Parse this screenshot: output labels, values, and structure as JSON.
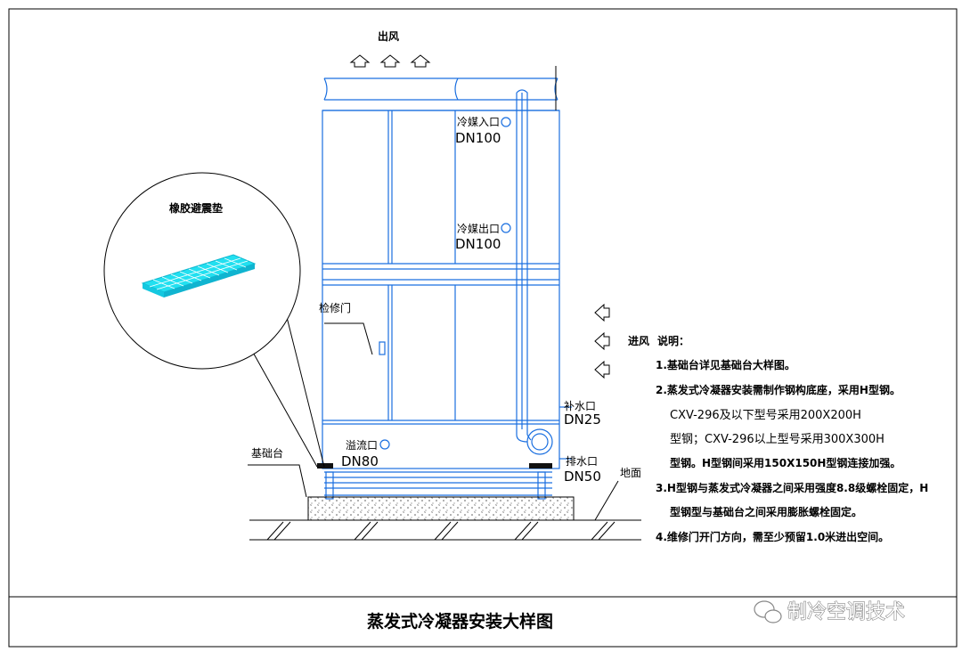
{
  "labels": {
    "outlet_air": "出风",
    "inlet_air": "进风",
    "refrigerant_in": "冷媒入口",
    "refrigerant_in_dn": "DN100",
    "refrigerant_out": "冷媒出口",
    "refrigerant_out_dn": "DN100",
    "access_door": "检修门",
    "overflow": "溢流口",
    "overflow_dn": "DN80",
    "makeup_water": "补水口",
    "makeup_water_dn": "DN25",
    "drain": "排水口",
    "drain_dn": "DN50",
    "foundation": "基础台",
    "ground": "地面",
    "rubber_pad": "橡胶避震垫"
  },
  "notes": {
    "heading": "说明：",
    "line1": "1.基础台详见基础台大样图。",
    "line2": "2.蒸发式冷凝器安装需制作钢构底座，采用H型钢。",
    "line3": "CXV-296及以下型号采用200X200H",
    "line4": "型钢；CXV-296以上型号采用300X300H",
    "line5": "型钢。H型钢间采用150X150H型钢连接加强。",
    "line6": "3.H型钢与蒸发式冷凝器之间采用强度8.8级螺栓固定，H",
    "line7": "型钢型与基础台之间采用膨胀螺栓固定。",
    "line8": "4.维修门开门方向，需至少预留1.0米进出空间。"
  },
  "title": "蒸发式冷凝器安装大样图",
  "watermark": "制冷空调技术",
  "colors": {
    "equipment": "#1a6fe0",
    "pad": "#22e0f0",
    "text": "#000000"
  },
  "icons": {
    "airflow_up": "arrow-up-outline",
    "airflow_in": "arrow-left-outline",
    "watermark": "wechat-icon"
  }
}
